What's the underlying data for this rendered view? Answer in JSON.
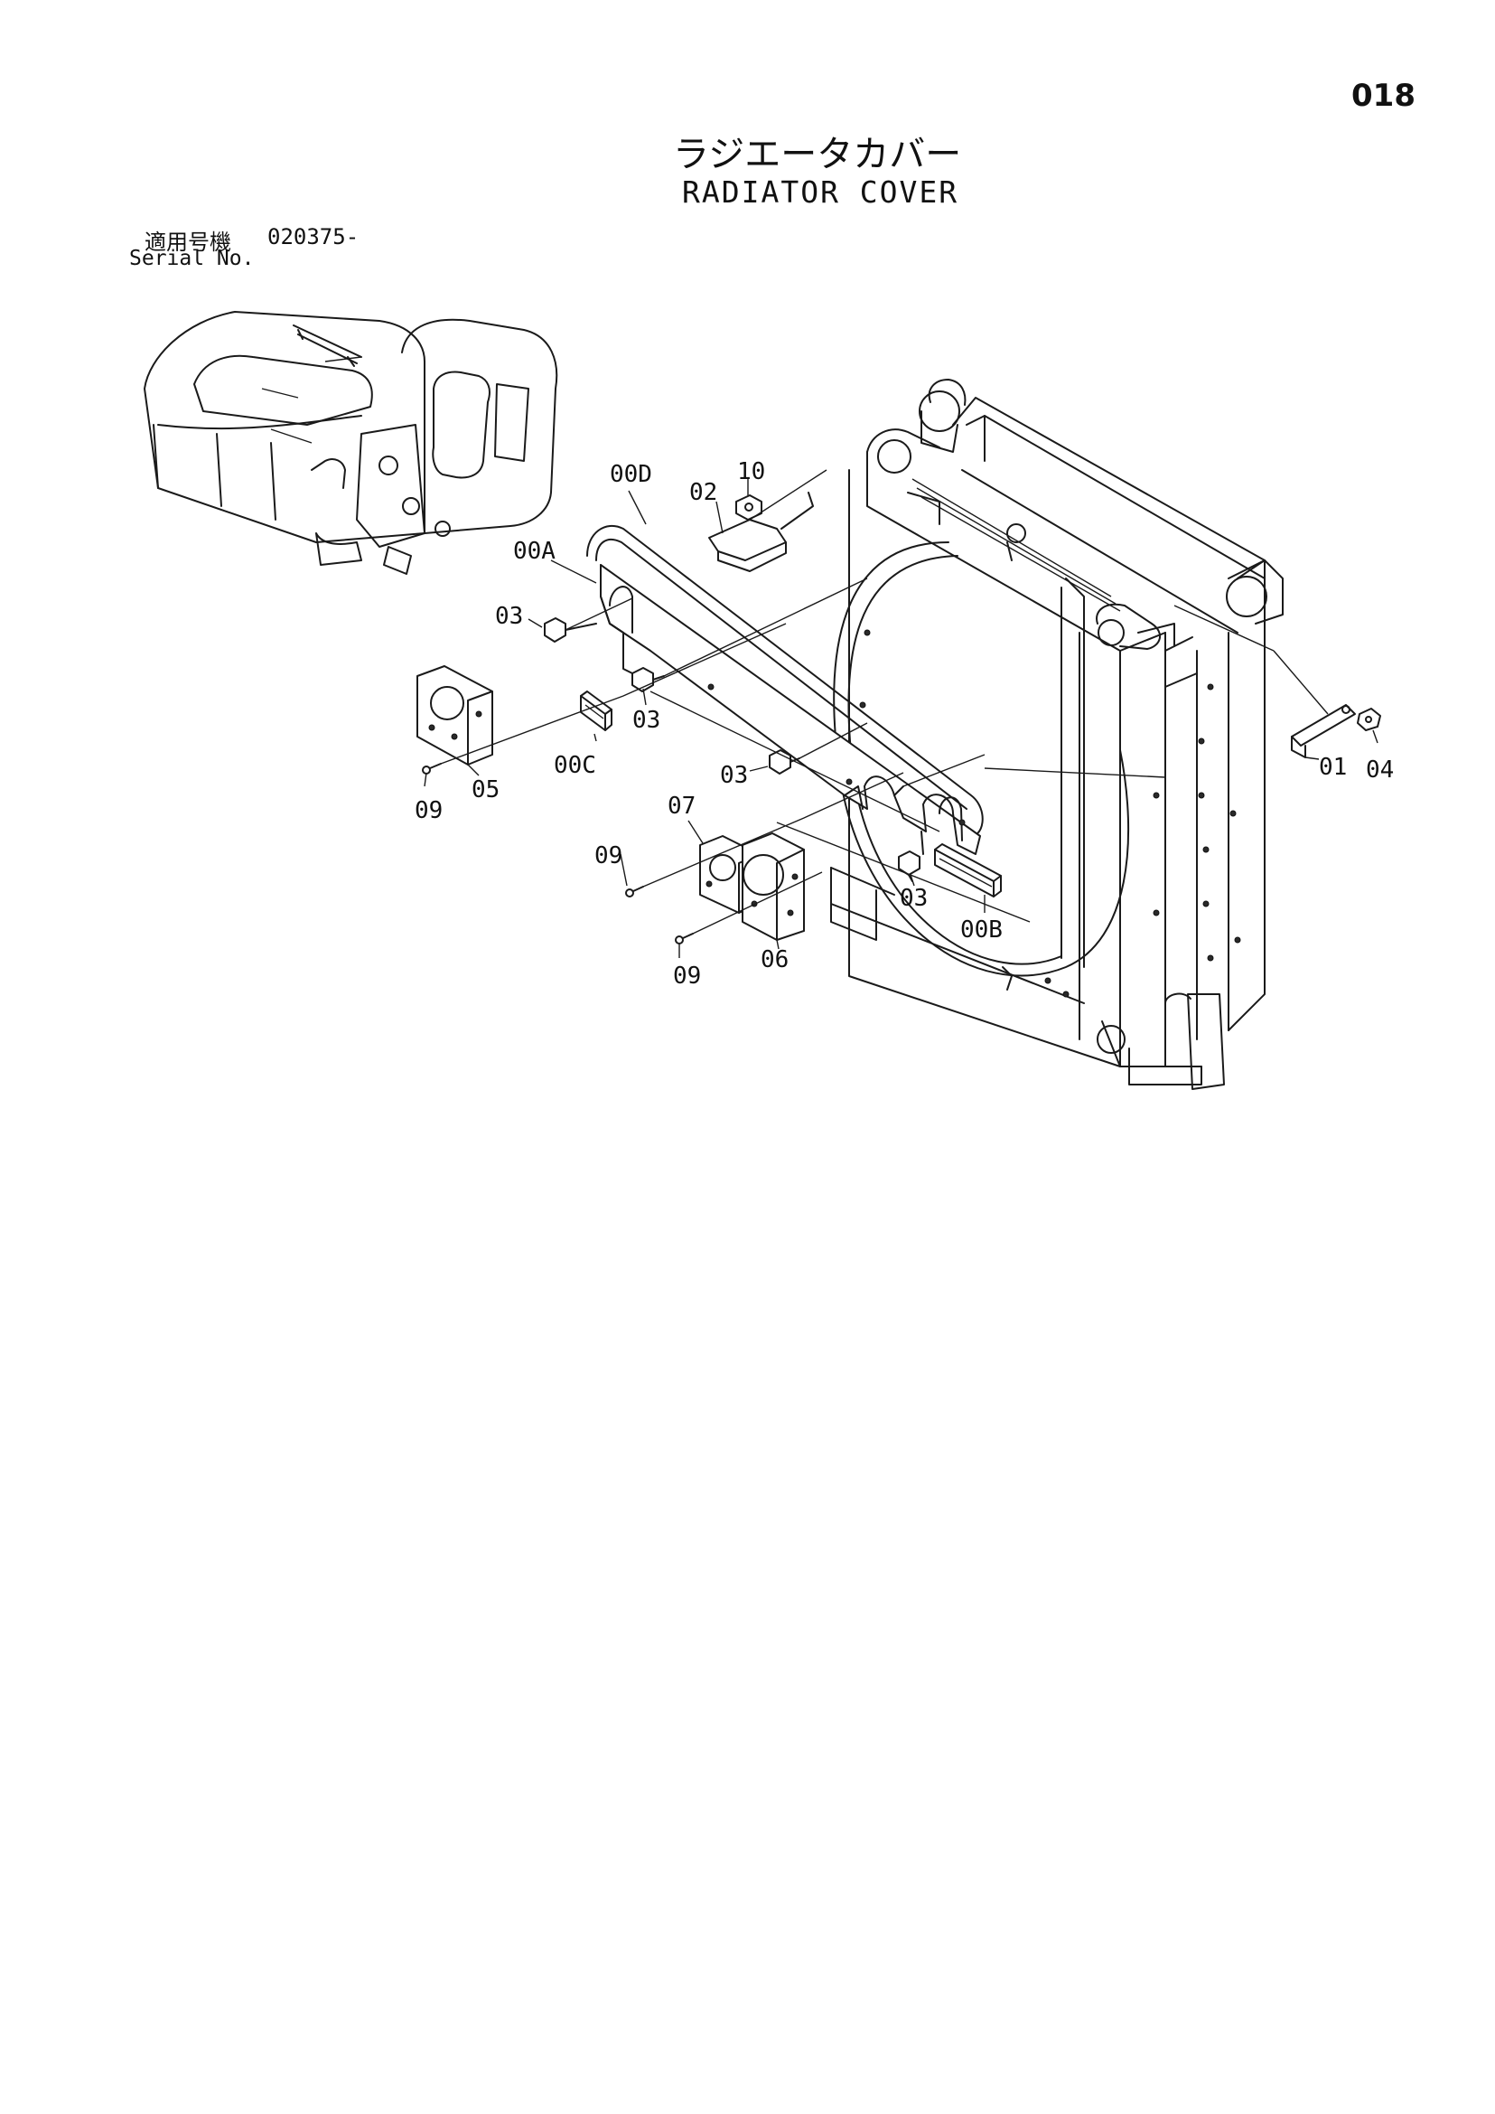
{
  "header": {
    "page_number": "018",
    "title_jp": "ラジエータカバー",
    "title_en": "RADIATOR COVER"
  },
  "serial": {
    "label_jp": "適用号機",
    "number": "020375-",
    "label_en": "Serial No."
  },
  "callouts": [
    {
      "id": "c-00d",
      "text": "00D"
    },
    {
      "id": "c-02",
      "text": "02"
    },
    {
      "id": "c-10",
      "text": "10"
    },
    {
      "id": "c-00a",
      "text": "00A"
    },
    {
      "id": "c-03a",
      "text": "03"
    },
    {
      "id": "c-03b",
      "text": "03"
    },
    {
      "id": "c-00c",
      "text": "00C"
    },
    {
      "id": "c-05",
      "text": "05"
    },
    {
      "id": "c-09a",
      "text": "09"
    },
    {
      "id": "c-03c",
      "text": "03"
    },
    {
      "id": "c-07",
      "text": "07"
    },
    {
      "id": "c-09b",
      "text": "09"
    },
    {
      "id": "c-06",
      "text": "06"
    },
    {
      "id": "c-09c",
      "text": "09"
    },
    {
      "id": "c-03d",
      "text": "03"
    },
    {
      "id": "c-00b",
      "text": "00B"
    },
    {
      "id": "c-01",
      "text": "01"
    },
    {
      "id": "c-04",
      "text": "04"
    }
  ]
}
